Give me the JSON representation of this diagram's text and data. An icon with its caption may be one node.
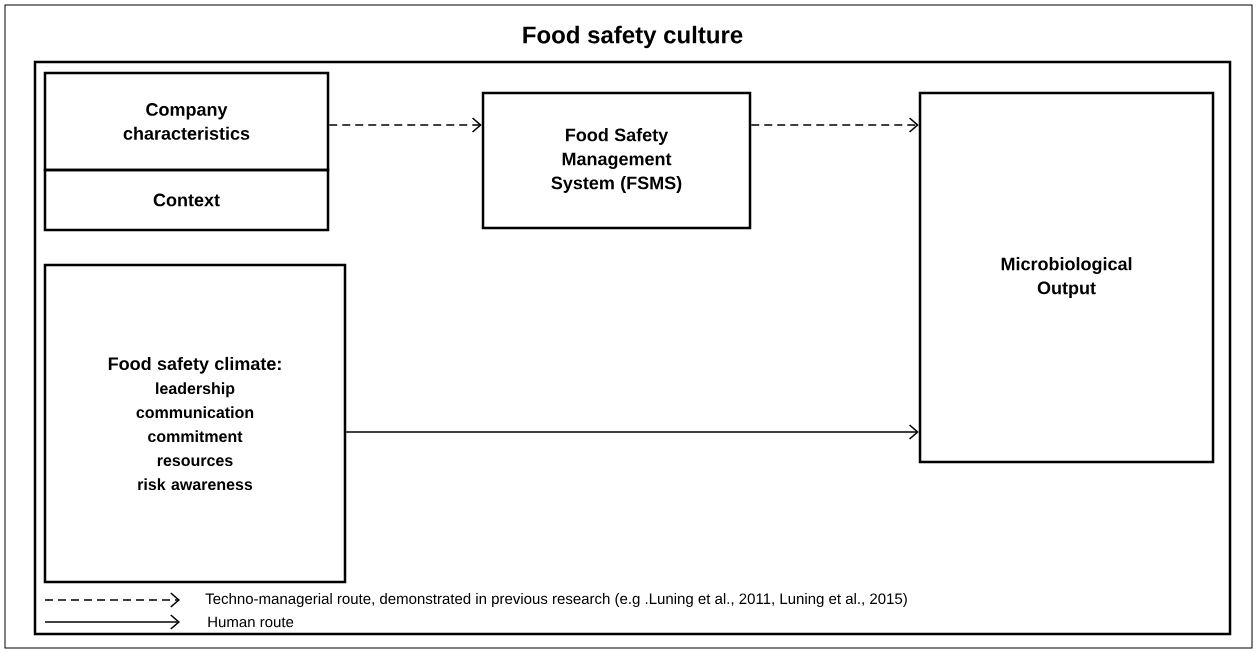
{
  "diagram": {
    "nodes": [
      {
        "text": [
          "Food safety culture"
        ]
      },
      {
        "text": [
          "Company characteristics"
        ],
        "in": 0
      },
      {
        "text": [
          "Context"
        ],
        "in": 0
      },
      {
        "text": [
          "Food safety climate:",
          "leadership",
          "communication",
          "commitment",
          "resources",
          "risk awareness"
        ],
        "in": 0
      },
      {
        "text": [
          "Food Safety Management System (FSMS)"
        ],
        "in": 0
      },
      {
        "text": [
          "Microbiological Output"
        ],
        "in": 0
      }
    ],
    "edges": [
      {
        "from": 1,
        "to": 4,
        "arrow": "to",
        "style": "dashed"
      },
      {
        "from": 4,
        "to": 5,
        "arrow": "to",
        "style": "dashed"
      },
      {
        "from": 3,
        "to": 5,
        "arrow": "to"
      }
    ],
    "legend": [
      {
        "text": "Techno-managerial route, demonstrated in previous research (e.g .Luning et al., 2011, Luning et al., 2015)"
      },
      {
        "text": "Human route"
      }
    ]
  }
}
